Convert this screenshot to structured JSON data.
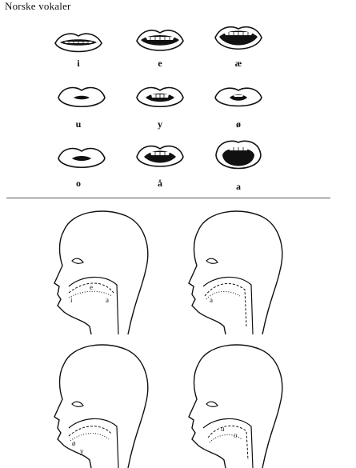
{
  "title": "Norske vokaler",
  "vowels": [
    {
      "label": "i",
      "open": "spread-narrow"
    },
    {
      "label": "e",
      "open": "spread-mid"
    },
    {
      "label": "æ",
      "open": "spread-wide"
    },
    {
      "label": "u",
      "open": "rounded-closed"
    },
    {
      "label": "y",
      "open": "rounded-teeth"
    },
    {
      "label": "ø",
      "open": "rounded-small"
    },
    {
      "label": "o",
      "open": "rounded-closed-small"
    },
    {
      "label": "å",
      "open": "rounded-mid"
    },
    {
      "label": "a",
      "open": "open-round"
    }
  ],
  "tongue_labels": {
    "head1": [
      "i",
      "e",
      "a"
    ],
    "head2": [
      "a"
    ],
    "head3": [
      "ø",
      "y"
    ],
    "head4": [
      "u",
      "o"
    ]
  },
  "colors": {
    "ink": "#111111",
    "background": "#ffffff"
  }
}
